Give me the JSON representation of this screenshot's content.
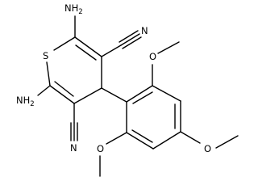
{
  "molecule": {
    "labels": {
      "amine_top": "NH2",
      "amine_bottom": "NH2",
      "sulfur": "S",
      "nitrile_top": "N",
      "nitrile_bottom": "N",
      "methoxy_top": "O",
      "methoxy_para": "O",
      "methoxy_bottom": "O"
    }
  }
}
